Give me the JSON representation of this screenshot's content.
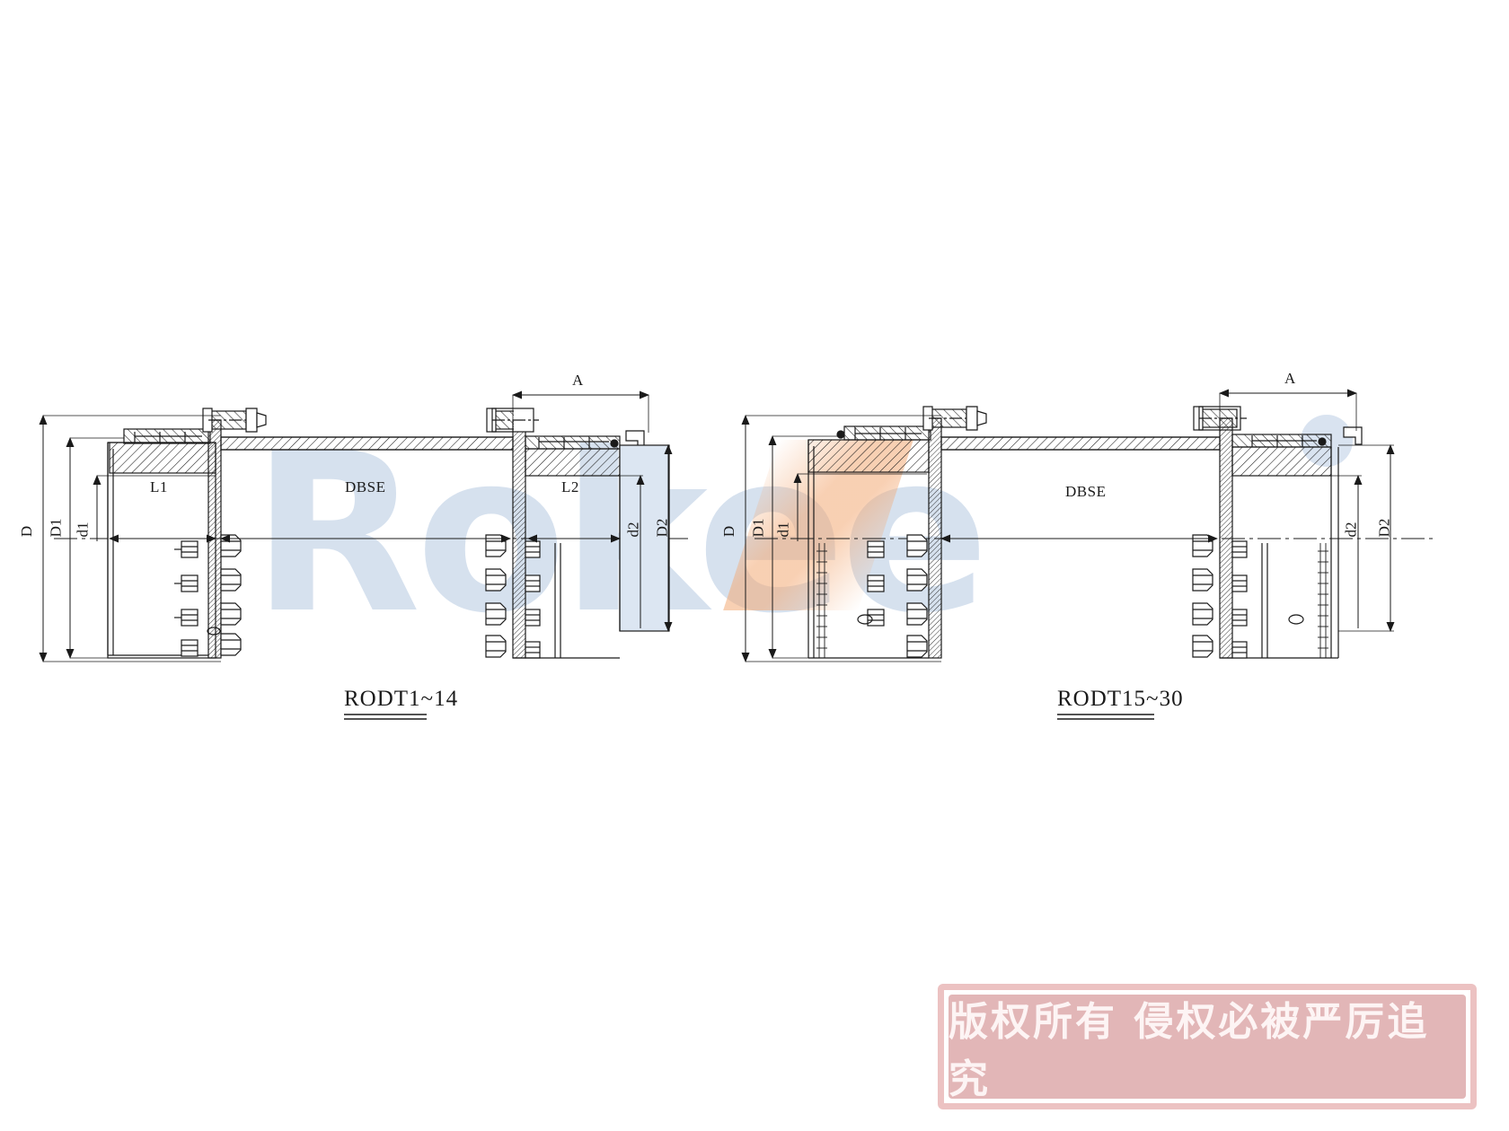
{
  "page": {
    "background": "#ffffff",
    "kind": "technical-drawing"
  },
  "brand_watermark": {
    "text": "Rokee",
    "color": "#cfdcec",
    "accent_color": "#f3a974"
  },
  "figures": [
    {
      "id": "fig-left",
      "title": "RODT1~14",
      "dimensions": {
        "D": "D",
        "D1": "D1",
        "d1": "d1",
        "L1": "L1",
        "DBSE": "DBSE",
        "L2": "L2",
        "d2": "d2",
        "D2": "D2",
        "A": "A"
      }
    },
    {
      "id": "fig-right",
      "title": "RODT15~30",
      "dimensions": {
        "D": "D",
        "D1": "D1",
        "d1": "d1",
        "DBSE": "DBSE",
        "d2": "d2",
        "D2": "D2",
        "A": "A"
      }
    }
  ],
  "copyright_stamp": {
    "text": "版权所有 侵权必被严厉追究",
    "border_color": "#e5aeae",
    "fill_color": "#deaaab",
    "text_color": "#fdf3f3"
  },
  "colors": {
    "line": "#1a1a1a",
    "fill_tint": "#dce6f2",
    "hatch": "#1a1a1a"
  }
}
